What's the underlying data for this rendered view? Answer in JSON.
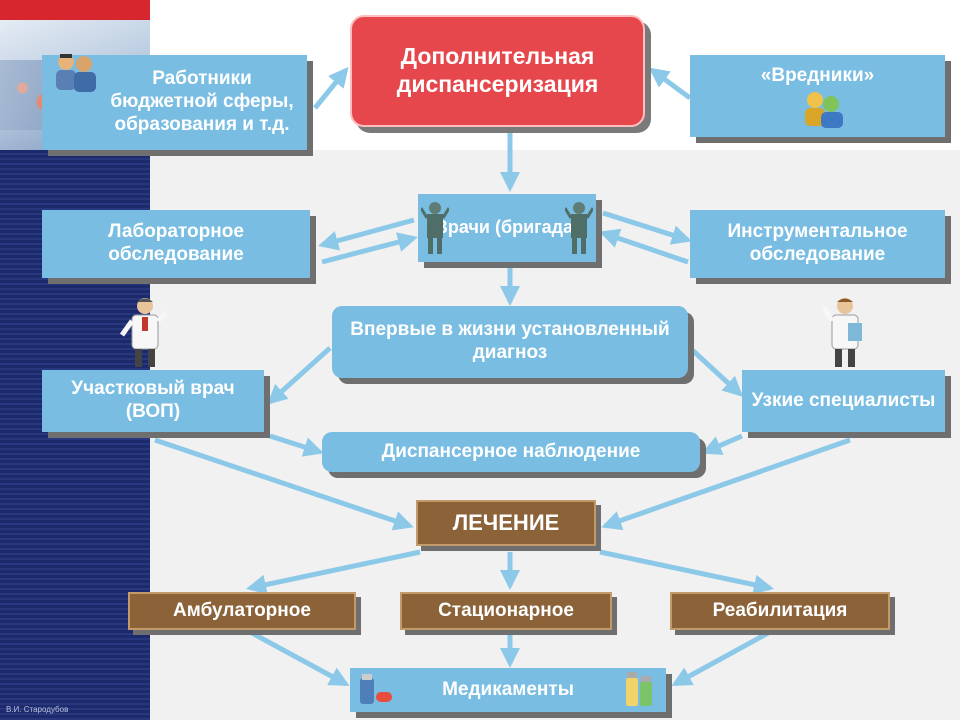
{
  "colors": {
    "box_blue": "#79bde2",
    "box_brown": "#8c6239",
    "box_red": "#e5474c",
    "arrow": "#8cc8e8",
    "left_bar": "#1c2a6c"
  },
  "nodes": {
    "main": "Дополнительная диспансеризация",
    "workers": "Работники бюджетной сферы, образования и т.д.",
    "harmful": "«Вредники»",
    "doctors": "Врачи (бригада)",
    "lab": "Лабораторное обследование",
    "instrumental": "Инструментальное обследование",
    "diagnosis": "Впервые в жизни установленный диагноз",
    "district": "Участковый врач (ВОП)",
    "specialists": "Узкие специалисты",
    "dispensary": "Диспансерное наблюдение",
    "treatment": "ЛЕЧЕНИЕ",
    "outpatient": "Амбулаторное",
    "inpatient": "Стационарное",
    "rehab": "Реабилитация",
    "medicines": "Медикаменты"
  },
  "icons": [
    "people-icon",
    "people-icon",
    "surgeon-icon",
    "surgeon-icon",
    "doctor-icon",
    "doctor-icon",
    "medicine-icon",
    "medicine-icon"
  ],
  "author": "В.И. Стародубов"
}
